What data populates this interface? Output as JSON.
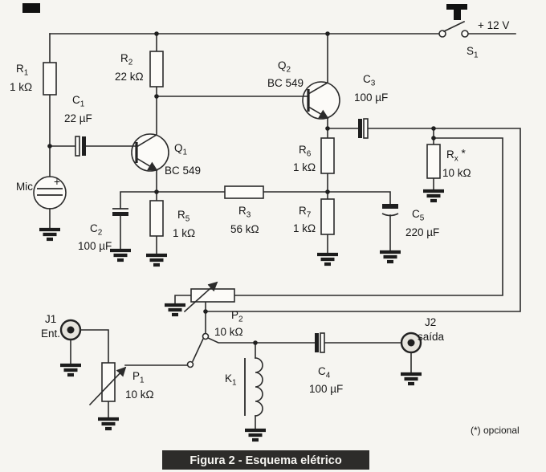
{
  "power": {
    "supply": "+ 12 V",
    "s1": {
      "sym": "S",
      "sub": "1"
    }
  },
  "components": {
    "r1": {
      "sym": "R",
      "sub": "1",
      "value": "1 kΩ"
    },
    "r2": {
      "sym": "R",
      "sub": "2",
      "value": "22 kΩ"
    },
    "r3": {
      "sym": "R",
      "sub": "3",
      "value": "56 kΩ"
    },
    "r5": {
      "sym": "R",
      "sub": "5",
      "value": "1 kΩ"
    },
    "r6": {
      "sym": "R",
      "sub": "6",
      "value": "1 kΩ"
    },
    "r7": {
      "sym": "R",
      "sub": "7",
      "value": "1 kΩ"
    },
    "rx": {
      "sym": "R",
      "sub": "x",
      "star": " *",
      "value": "10 kΩ"
    },
    "c1": {
      "sym": "C",
      "sub": "1",
      "value": "22 µF"
    },
    "c2": {
      "sym": "C",
      "sub": "2",
      "value": "100 µF"
    },
    "c3": {
      "sym": "C",
      "sub": "3",
      "value": "100 µF"
    },
    "c4": {
      "sym": "C",
      "sub": "4",
      "value": "100 µF"
    },
    "c5": {
      "sym": "C",
      "sub": "5",
      "value": "220 µF"
    },
    "p1": {
      "sym": "P",
      "sub": "1",
      "value": "10 kΩ"
    },
    "p2": {
      "sym": "P",
      "sub": "2",
      "value": "10 kΩ"
    },
    "q1": {
      "sym": "Q",
      "sub": "1",
      "value": "BC 549"
    },
    "q2": {
      "sym": "Q",
      "sub": "2",
      "value": "BC 549"
    },
    "k1": {
      "sym": "K",
      "sub": "1"
    },
    "j1": {
      "label": "J1",
      "desc": "Ent."
    },
    "j2": {
      "label": "J2",
      "desc": "saída"
    },
    "mic": {
      "label": "Mic",
      "plus": "+"
    }
  },
  "figure": {
    "caption": "Figura 2 - Esquema elétrico",
    "note": "(*) opcional"
  }
}
